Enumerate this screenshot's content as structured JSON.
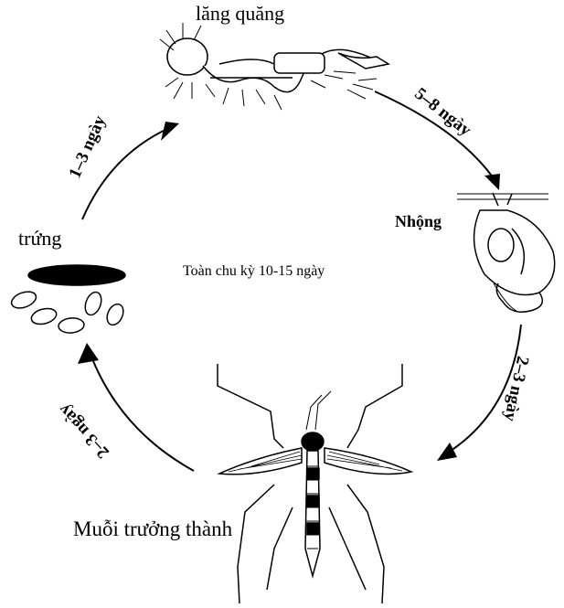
{
  "stages": {
    "larva": "lăng quăng",
    "pupa": "Nhộng",
    "egg": "trứng",
    "adult": "Muỗi trưởng thành"
  },
  "durations": {
    "egg_to_larva": "1–3 ngày",
    "larva_to_pupa": "5–8 ngày",
    "pupa_to_adult": "2–3 ngày",
    "adult_to_egg": "2–3 ngày"
  },
  "cycle_total": "Toàn chu kỳ 10-15 ngày"
}
